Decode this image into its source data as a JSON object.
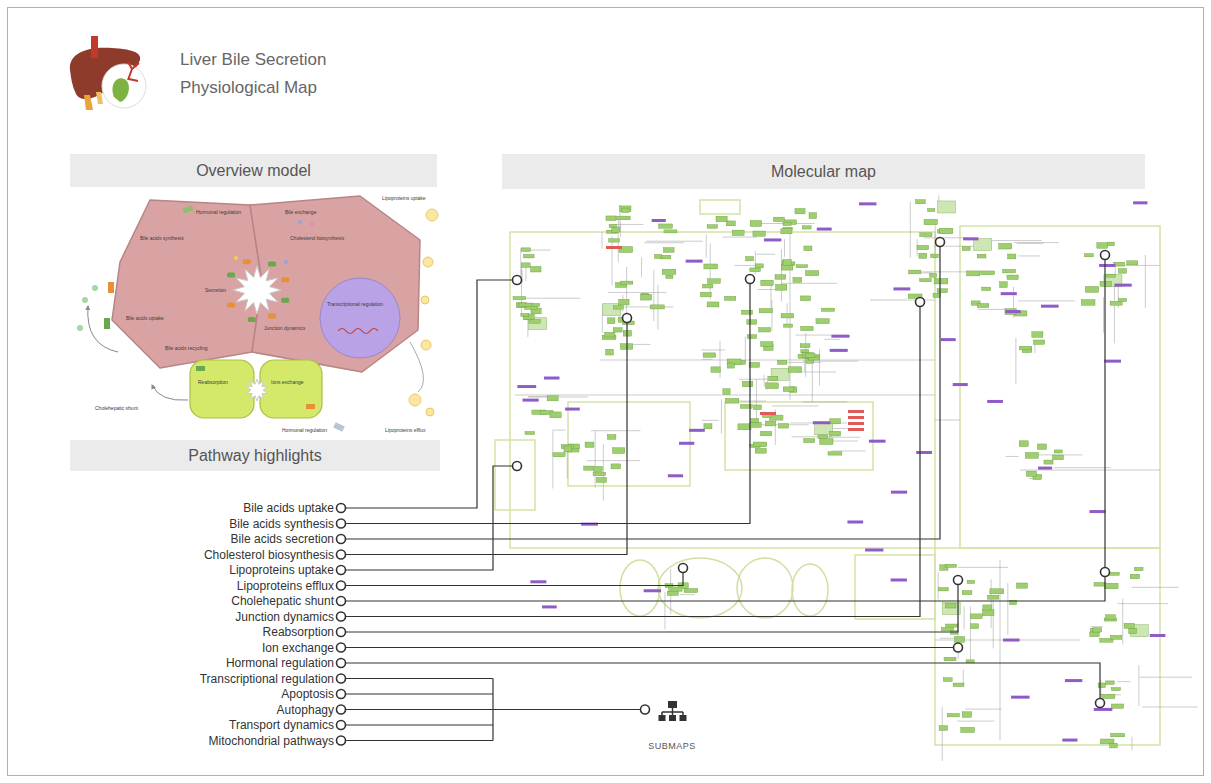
{
  "diagram": {
    "title": "Liver Bile Secretion Physiological Map",
    "nodes": [
      {
        "text": [
          "Overview model"
        ]
      },
      {
        "text": [
          "Molecular map"
        ]
      },
      {
        "text": [
          "Pathway highlights"
        ]
      }
    ],
    "labels": [
      "Hormonal regulation",
      "Bile exchange",
      "Lipoproteins uptake",
      "Bile acids synthesis",
      "Cholesterol biosynthesis",
      "Secretion",
      "Transcriptional regulation",
      "Junction dynamics",
      "Bile acids uptake",
      "Bile acids recycling",
      "Reabsorption",
      "Ions exchange",
      "Cholehepatic shunt",
      "Hormonal regulation",
      "Lipoproteins efflux",
      "Bile acids uptake",
      "Bile acids synthesis",
      "Bile acids secretion",
      "Cholesterol biosynthesis",
      "Lipoproteins uptake",
      "Lipoproteins efflux",
      "Cholehepatic shunt",
      "Junction dynamics",
      "Reabsorption",
      "Ion exchange",
      "Hormonal regulation",
      "Transcriptional regulation",
      "Apoptosis",
      "Autophagy",
      "Transport dynamics",
      "Mitochondrial pathways",
      "SUBMAPS"
    ]
  }
}
